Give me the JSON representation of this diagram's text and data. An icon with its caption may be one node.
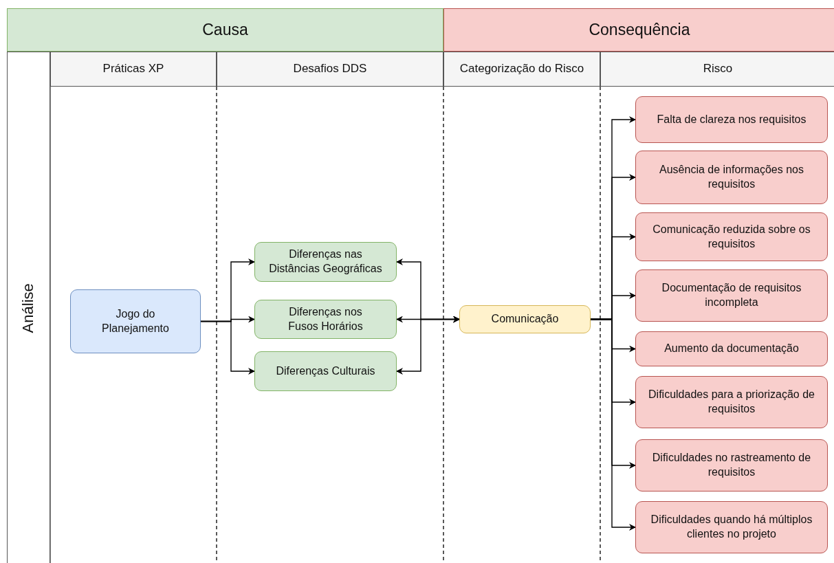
{
  "diagram": {
    "nodes": [
      {
        "text": [
          "Causa"
        ]
      },
      {
        "text": [
          "Consequência"
        ]
      },
      {
        "text": [
          "Análise"
        ]
      },
      {
        "text": [
          "Práticas XP"
        ]
      },
      {
        "text": [
          "Desafios DDS"
        ]
      },
      {
        "text": [
          "Categorização do Risco"
        ]
      },
      {
        "text": [
          "Risco"
        ]
      },
      {
        "text": [
          "Jogo do Planejamento"
        ]
      },
      {
        "text": [
          "Diferenças nas Distâncias Geográficas"
        ]
      },
      {
        "text": [
          "Diferenças nos Fusos Horários"
        ]
      },
      {
        "text": [
          "Diferenças Culturais"
        ]
      },
      {
        "text": [
          "Comunicação"
        ]
      },
      {
        "text": [
          "Falta de clareza nos requisitos"
        ]
      },
      {
        "text": [
          "Ausência de informações nos requisitos"
        ]
      },
      {
        "text": [
          "Comunicação reduzida sobre os requisitos"
        ]
      },
      {
        "text": [
          "Documentação de requisitos incompleta"
        ]
      },
      {
        "text": [
          "Aumento da documentação"
        ]
      },
      {
        "text": [
          "Dificuldades para a priorização de requisitos"
        ]
      },
      {
        "text": [
          "Dificuldades no rastreamento de requisitos"
        ]
      },
      {
        "text": [
          "Dificuldades quando há múltiplos clientes no projeto"
        ]
      }
    ],
    "edges": [
      {
        "from": 7,
        "to": 8,
        "arrow": "to"
      },
      {
        "from": 7,
        "to": 9,
        "arrow": "to"
      },
      {
        "from": 7,
        "to": 10,
        "arrow": "to"
      },
      {
        "from": 8,
        "to": 11,
        "arrow": "both"
      },
      {
        "from": 9,
        "to": 11,
        "arrow": "both"
      },
      {
        "from": 10,
        "to": 11,
        "arrow": "both"
      },
      {
        "from": 11,
        "to": 12,
        "arrow": "to"
      },
      {
        "from": 11,
        "to": 13,
        "arrow": "to"
      },
      {
        "from": 11,
        "to": 14,
        "arrow": "to"
      },
      {
        "from": 11,
        "to": 15,
        "arrow": "to"
      },
      {
        "from": 11,
        "to": 16,
        "arrow": "to"
      },
      {
        "from": 11,
        "to": 17,
        "arrow": "to"
      },
      {
        "from": 11,
        "to": 18,
        "arrow": "to"
      },
      {
        "from": 11,
        "to": 19,
        "arrow": "to"
      }
    ]
  }
}
